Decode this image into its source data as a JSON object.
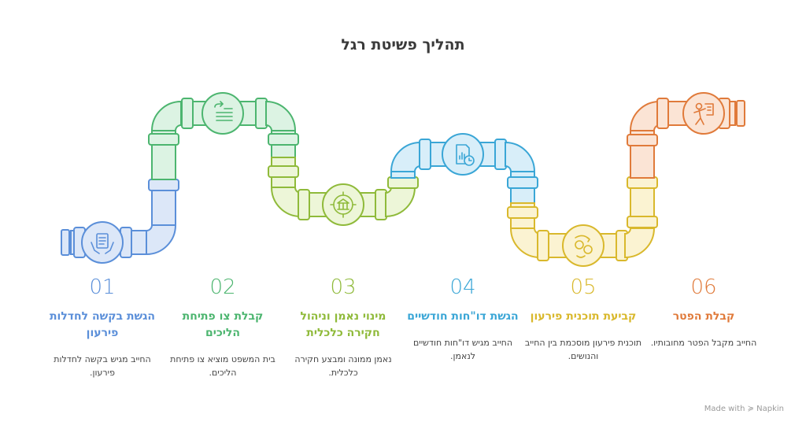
{
  "title": "תהליך פשיטת רגל",
  "steps": [
    {
      "num": "01",
      "title": "הגשת בקשה לחדלות פירעון",
      "desc": "החייב מגיש בקשה לחדלות פירעון.",
      "color": "#5b8fd9",
      "light": "#dce7f8",
      "icon": "document-hands-icon"
    },
    {
      "num": "02",
      "title": "קבלת צו פתיחת הליכים",
      "desc": "בית המשפט מוציא צו פתיחת הליכים.",
      "color": "#4cb56f",
      "light": "#dcf3e3",
      "icon": "court-order-icon"
    },
    {
      "num": "03",
      "title": "מינוי נאמן וניהול חקירה כלכלית",
      "desc": "נאמן ממונה ומבצע חקירה כלכלית.",
      "color": "#8fba3a",
      "light": "#edf6d8",
      "icon": "bank-target-icon"
    },
    {
      "num": "04",
      "title": "הגשת דו\"חות חודשיים",
      "desc": "החייב מגיש דו\"חות חודשיים לנאמן.",
      "color": "#3aa6d6",
      "light": "#d8eef9",
      "icon": "monthly-report-icon"
    },
    {
      "num": "05",
      "title": "קביעת תוכנית פירעון",
      "desc": "תוכנית פירעון מוסכמת בין החייב והנושים.",
      "color": "#d9b82c",
      "light": "#fbf3d2",
      "icon": "repayment-plan-icon"
    },
    {
      "num": "06",
      "title": "קבלת הפטר",
      "desc": "החייב מקבל הפטר מחובותיו.",
      "color": "#e07a3a",
      "light": "#fbe4d5",
      "icon": "discharge-icon"
    }
  ],
  "footer": "Made with ≽ Napkin"
}
